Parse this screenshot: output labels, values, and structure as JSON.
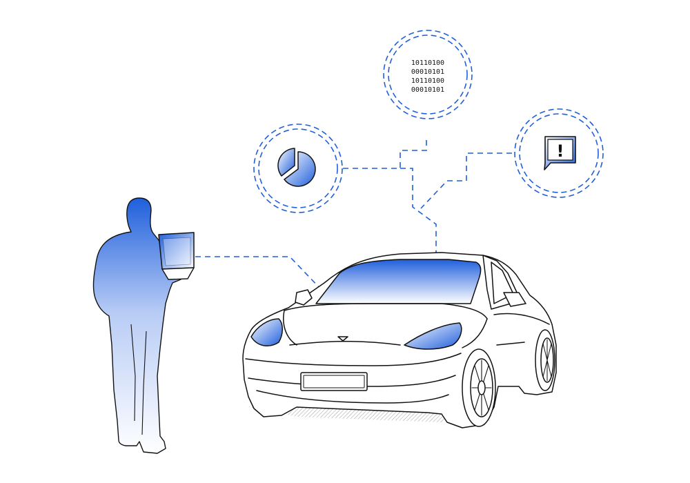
{
  "colors": {
    "accent": "#1f5fdc",
    "line": "#111111",
    "gradient_start": "#1f5fdc",
    "gradient_end": "#ffffff"
  },
  "data_bubble": {
    "icon": "binary-data-icon",
    "lines": [
      "10110100",
      "00010101",
      "10110100",
      "00010101"
    ]
  },
  "chart_bubble": {
    "icon": "pie-chart-icon"
  },
  "alert_bubble": {
    "icon": "alert-message-icon",
    "symbol": "!"
  },
  "person": {
    "icon": "person-with-laptop-icon"
  },
  "vehicle": {
    "icon": "electric-car-icon"
  }
}
